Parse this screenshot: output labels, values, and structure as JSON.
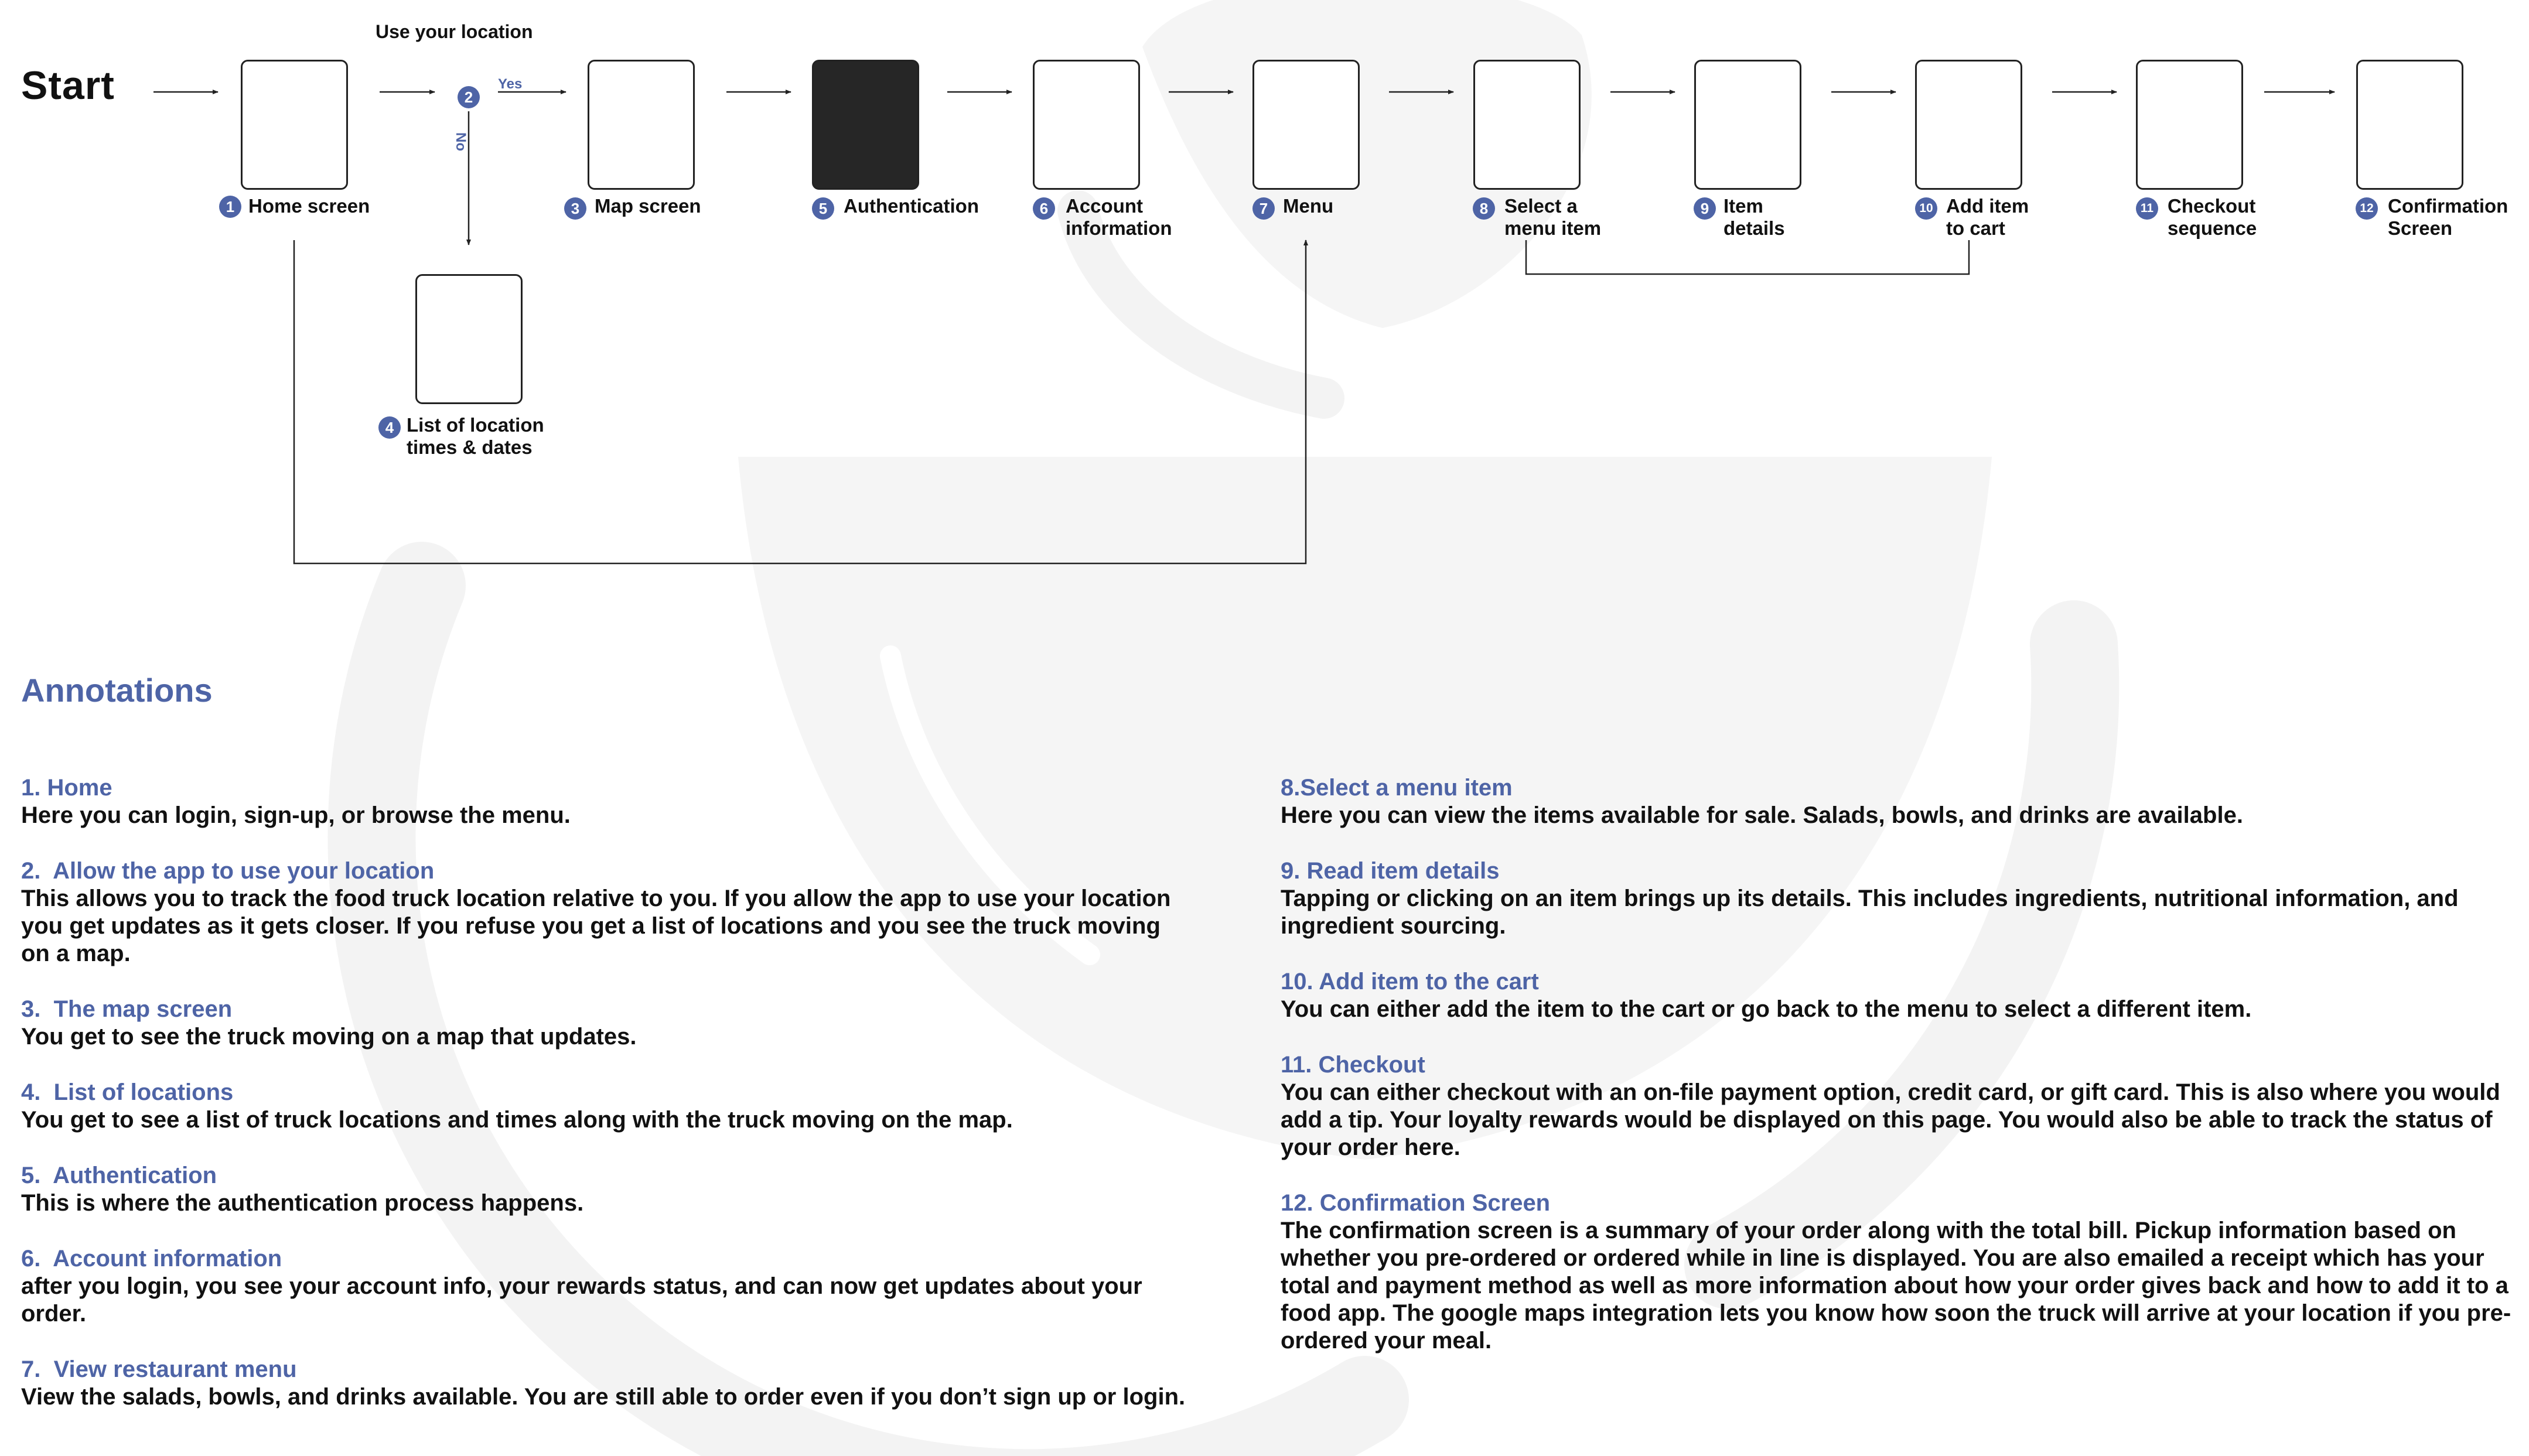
{
  "flow": {
    "start_label": "Start",
    "top_note": "Use your location",
    "yes_label": "Yes",
    "no_label": "No",
    "accent_color": "#4e64a6",
    "screens": [
      {
        "num": "1",
        "label": "Home screen",
        "filled": false
      },
      {
        "num": "3",
        "label": "Map screen",
        "filled": false
      },
      {
        "num": "5",
        "label": "Authentication",
        "filled": true
      },
      {
        "num": "6",
        "label": "Account\ninformation",
        "filled": false
      },
      {
        "num": "7",
        "label": "Menu",
        "filled": false
      },
      {
        "num": "8",
        "label": "Select a\nmenu item",
        "filled": false
      },
      {
        "num": "9",
        "label": "Item\ndetails",
        "filled": false
      },
      {
        "num": "10",
        "label": "Add item\nto cart",
        "filled": false
      },
      {
        "num": "11",
        "label": "Checkout\nsequence",
        "filled": false
      },
      {
        "num": "12",
        "label": "Confirmation\nScreen",
        "filled": false
      }
    ],
    "decision": {
      "num": "2"
    },
    "list_screen": {
      "num": "4",
      "label": "List of location\ntimes & dates"
    }
  },
  "annotations": {
    "title": "Annotations",
    "left": [
      {
        "title": "1. Home",
        "body": "Here you can login, sign-up, or browse the menu."
      },
      {
        "title": "2.  Allow the app to use your location",
        "body": "This allows you to track the food truck location relative to you. If you allow the app to use your location you get updates as it gets closer. If you refuse you get a list of locations and you see the truck moving on a map."
      },
      {
        "title": "3.  The map screen",
        "body": "You get to see the truck moving on a map that updates."
      },
      {
        "title": "4.  List of locations",
        "body": "You get to see a list of truck locations and times along with the truck moving on the map."
      },
      {
        "title": "5.  Authentication",
        "body": "This is where the authentication process happens."
      },
      {
        "title": "6.  Account information",
        "body": "after you login, you see your account info, your rewards status, and can now get updates about your order."
      },
      {
        "title": "7.  View restaurant menu",
        "body": "View the salads, bowls, and drinks available. You are still able to order even if you don’t sign up or login."
      }
    ],
    "right": [
      {
        "title": "8.Select a menu item",
        "body": "Here you can view the items available for sale. Salads, bowls, and drinks are available."
      },
      {
        "title": "9. Read item details",
        "body": "Tapping or clicking on an item brings up its details. This includes ingredients, nutritional information, and ingredient sourcing."
      },
      {
        "title": "10. Add item to the cart",
        "body": "You can either add the item to the cart or go back to the menu to select a different item."
      },
      {
        "title": "11. Checkout",
        "body": "You can either checkout with an on-file payment option, credit card, or gift card. This is also where you would add a tip. Your loyalty rewards would be displayed on this page. You would also be able to track the status of your order here."
      },
      {
        "title": "12. Confirmation Screen",
        "body": "The confirmation screen is a summary of your order along with the total bill. Pickup information based on whether you pre-ordered or ordered while in line is displayed. You are also emailed a receipt which has your total and payment method as well as more information about how your order gives back and how to add it to a food app. The google maps integration lets you know how soon the truck will arrive at your location if you pre-ordered your meal."
      }
    ]
  }
}
